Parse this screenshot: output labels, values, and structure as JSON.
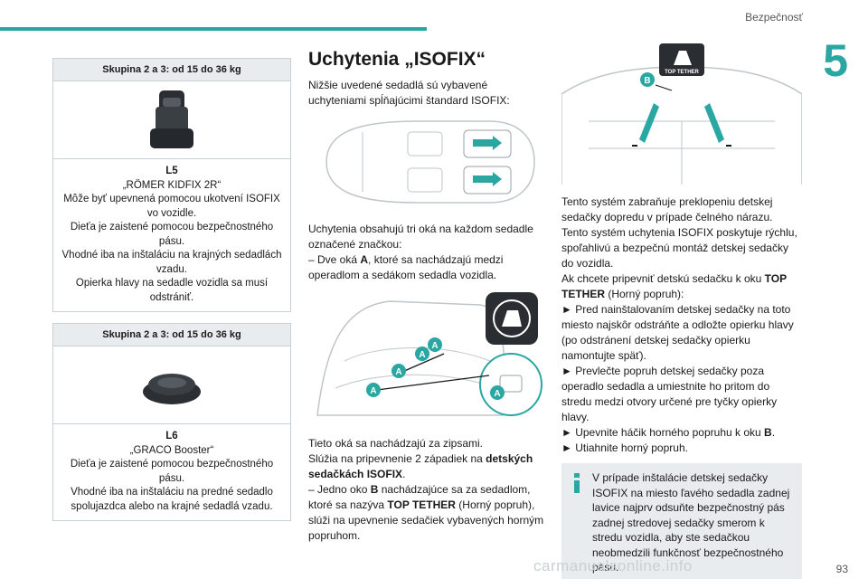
{
  "header": {
    "section": "Bezpečnosť",
    "chapter": "5"
  },
  "seat_boxes": [
    {
      "heading": "Skupina 2 a 3: od 15 do 36 kg",
      "code": "L5",
      "lines": [
        "„RÖMER KIDFIX 2R“",
        "Môže byť upevnená pomocou ukotvení ISOFIX vo vozidle.",
        "Dieťa je zaistené pomocou bezpečnostného pásu.",
        "Vhodné iba na inštaláciu na krajných sedadlách vzadu.",
        "Opierka hlavy na sedadle vozidla sa musí odstrániť."
      ]
    },
    {
      "heading": "Skupina 2 a 3: od 15 do 36 kg",
      "code": "L6",
      "lines": [
        "„GRACO Booster“",
        "Dieťa je zaistené pomocou bezpečnostného pásu.",
        "Vhodné iba na inštaláciu na predné sedadlo spolujazdca alebo na krajné sedadlá vzadu."
      ]
    }
  ],
  "isofix": {
    "title": "Uchytenia „ISOFIX“",
    "intro": "Nižšie uvedené sedadlá sú vybavené uchyteniami spĺňajúcimi štandard ISOFIX:",
    "rings_1": "Uchytenia obsahujú tri oká na každom sedadle označené značkou:",
    "rings_2": "– Dve oká ",
    "rings_bold": "A",
    "rings_3": ", ktoré sa nachádzajú medzi operadlom a sedákom sedadla vozidla.",
    "zip_1": "Tieto oká sa nachádzajú za zipsami.",
    "zip_2": "Slúžia na pripevnenie 2 západiek na ",
    "zip_bold": "detských sedačkách ISOFIX",
    "zip_3": ".",
    "b_1": "– Jedno oko ",
    "b_bold": "B",
    "b_2": " nachádzajúce sa za sedadlom, ktoré sa nazýva ",
    "b_bold2": "TOP TETHER",
    "b_3": " (Horný popruh), slúži na upevnenie sedačiek vybavených horným popruhom."
  },
  "figure_labels": {
    "a": "A",
    "b": "B",
    "top_tether": "TOP TETHER"
  },
  "tether": {
    "p1": "Tento systém zabraňuje preklopeniu detskej sedačky dopredu v prípade čelného nárazu.",
    "p2": "Tento systém uchytenia ISOFIX poskytuje rýchlu, spoľahlivú a bezpečnú montáž detskej sedačky do vozidla.",
    "p3a": "Ak chcete pripevniť detskú sedačku k oku ",
    "p3b": "TOP TETHER",
    "p3c": " (Horný popruh):",
    "step1": "► Pred nainštalovaním detskej sedačky na toto miesto najskôr odstráňte a odložte opierku hlavy (po odstránení detskej sedačky opierku namontujte späť).",
    "step2": "► Prevlečte popruh detskej sedačky poza operadlo sedadla a umiestnite ho pritom do stredu medzi otvory určené pre tyčky opierky hlavy.",
    "step3a": "► Upevnite háčik horného popruhu k oku ",
    "step3b": "B",
    "step3c": ".",
    "step4": "► Utiahnite horný popruh.",
    "info": "V prípade inštalácie detskej sedačky ISOFIX na miesto ľavého sedadla zadnej lavice najprv odsuňte bezpečnostný pás zadnej stredovej sedačky smerom k stredu vozidla, aby ste sedačkou neobmedzili funkčnosť bezpečnostného pásu."
  },
  "footer": {
    "page": "93",
    "watermark": "carmanualsonline.info"
  },
  "colors": {
    "accent": "#2aa7a3",
    "box_bg": "#e9ecee",
    "border": "#c9cfd2"
  }
}
